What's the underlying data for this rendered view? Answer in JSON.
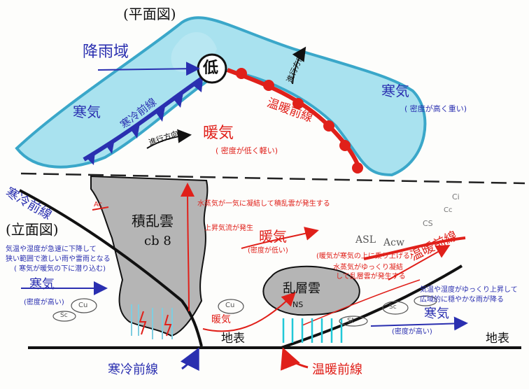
{
  "plan": {
    "title": "(平面図)",
    "rain_area": "降雨域",
    "low": "低",
    "cold_air": "寒気",
    "cold_front": "寒冷前線",
    "direction_left": "進行方向",
    "direction_right": "進行方向",
    "warm_air": "暖気",
    "warm_density": "( 密度が低く軽い)",
    "warm_front": "温暖前線",
    "cold_air_right": "寒気",
    "cold_density": "( 密度が高く重い)"
  },
  "section": {
    "title": "(立面図)",
    "cold_front_top": "寒冷前線",
    "ac": "Ac",
    "cumulonimbus": "積乱雲",
    "cb": "cb 8",
    "vapor_cb": "水蒸気が一気に凝結して積乱雲が発生する",
    "updraft": "上昇気流が発生",
    "left_note_1": "気温や湿度が急速に下降して",
    "left_note_2": "狭い範囲で激しい雨や雷雨となる",
    "left_note_3": "( 寒気が暖気の下に潜り込む)",
    "cold_air_left": "寒気",
    "cold_density_left": "(密度が高い)",
    "cu_left": "Cu",
    "sc_left": "Sc",
    "cu_mid": "Cu",
    "warm_air_mid": "暖気",
    "warm_density_mid": "(密度が低い)",
    "warm_over": "(暖気が寒気の上に乗り上げる)",
    "vapor_ns_1": "水蒸気がゆっくり凝結",
    "vapor_ns_2": "して乱層雲が発生する",
    "ns_cloud": "乱層雲",
    "ns": "NS",
    "asl": "ASL",
    "acw": "Acw",
    "ci": "Ci",
    "cc": "Cc",
    "cs": "CS",
    "warm_front_right": "温暖前線",
    "right_note_1": "気温や湿度がゆっくり上昇して",
    "right_note_2": "広域的に穏やかな雨が降る",
    "sc_right": "Sc",
    "st": "St",
    "cold_air_right": "寒気",
    "cold_density_right": "(密度が高い)",
    "warm_air_lower": "暖気",
    "ground_left": "地表",
    "ground_right": "地表",
    "bottom_cold_front": "寒冷前線",
    "bottom_warm_front": "温暖前線"
  },
  "colors": {
    "cold_blue": "#2a2fb0",
    "warm_red": "#e0201a",
    "air_mass_cyan": "#a9e2ef",
    "cloud_gray": "#b5b5b5",
    "rain_cyan": "#21c8d8"
  }
}
